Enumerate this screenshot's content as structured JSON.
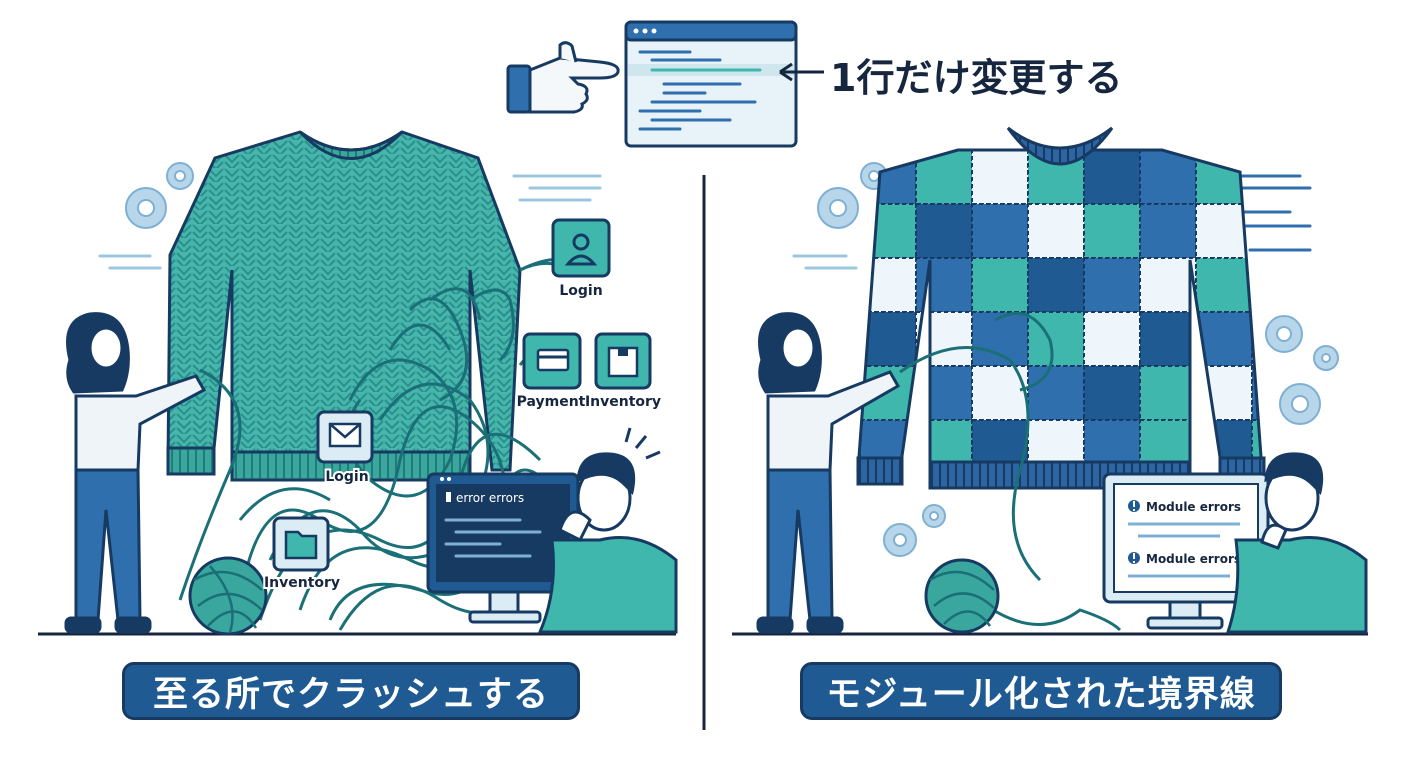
{
  "top": {
    "caption": "1行だけ変更する"
  },
  "left_panel": {
    "banner": "至る所でクラッシュする",
    "modules": [
      {
        "label": "Login",
        "icon": "user-icon"
      },
      {
        "label": "Payment",
        "icon": "credit-card-icon"
      },
      {
        "label": "Inventory",
        "icon": "box-icon"
      },
      {
        "label": "Login",
        "icon": "mail-icon"
      },
      {
        "label": "Inventory",
        "icon": "folder-icon"
      }
    ],
    "monitor_text": "error errors"
  },
  "right_panel": {
    "banner": "モジュール化された境界線",
    "monitor_lines": [
      "Module errors",
      "Module errors"
    ]
  },
  "colors": {
    "navy": "#173a63",
    "blue": "#2f6fae",
    "teal": "#3fb7ad",
    "light": "#dcecf5",
    "banner": "#1f5a92"
  }
}
